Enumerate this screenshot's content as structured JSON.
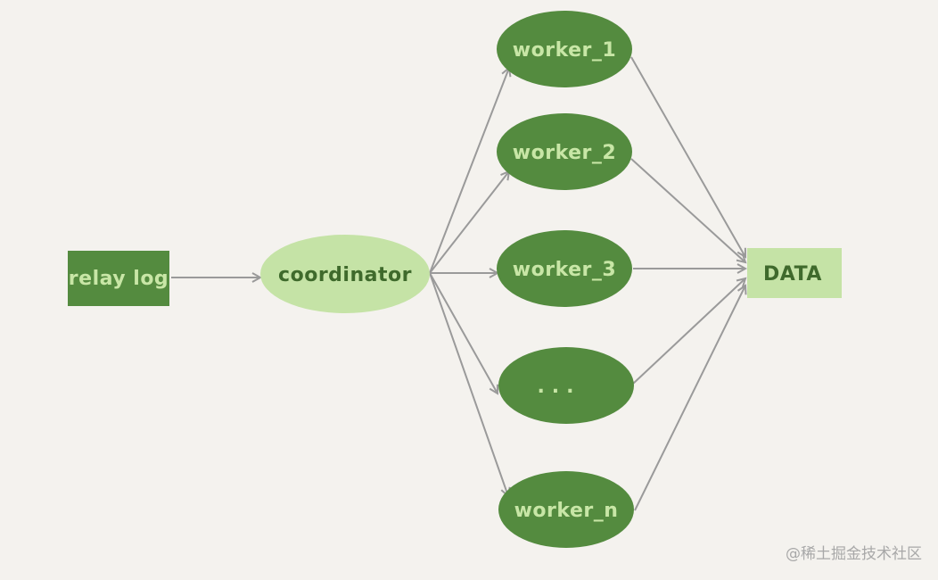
{
  "colors": {
    "background": "#f4f2ee",
    "dark_green": "#548b3f",
    "light_green": "#c5e3a6",
    "light_text": "#c8e6a6",
    "dark_text": "#3f6a2c",
    "edge": "#9a9a9a"
  },
  "nodes": {
    "relay_log": "relay log",
    "coordinator": "coordinator",
    "worker_1": "worker_1",
    "worker_2": "worker_2",
    "worker_3": "worker_3",
    "worker_ellipsis": "...",
    "worker_n": "worker_n",
    "data": "DATA"
  },
  "watermark": "@稀土掘金技术社区"
}
